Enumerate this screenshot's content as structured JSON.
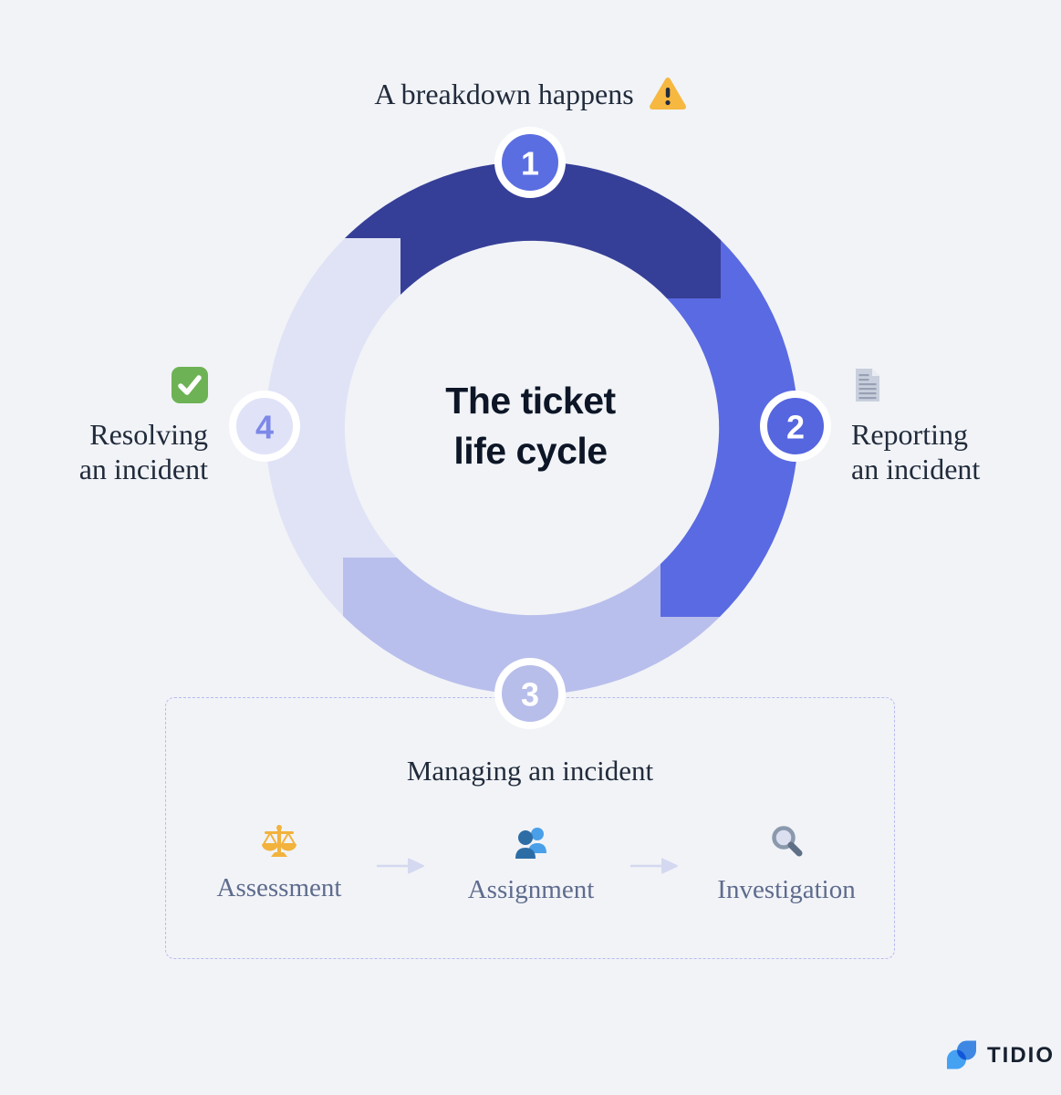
{
  "cycle": {
    "title_line1": "The ticket",
    "title_line2": "life cycle",
    "badges": {
      "b1": "1",
      "b2": "2",
      "b3": "3",
      "b4": "4"
    }
  },
  "steps": {
    "s1": {
      "label": "A breakdown happens",
      "icon": "warning-icon"
    },
    "s2": {
      "line1": "Reporting",
      "line2": "an incident",
      "icon": "document-icon"
    },
    "s3": {
      "title": "Managing an incident",
      "items": [
        {
          "label": "Assessment",
          "icon": "scales-icon"
        },
        {
          "label": "Assignment",
          "icon": "people-icon"
        },
        {
          "label": "Investigation",
          "icon": "magnifier-icon"
        }
      ]
    },
    "s4": {
      "line1": "Resolving",
      "line2": "an incident",
      "icon": "check-icon"
    }
  },
  "brand": {
    "name": "TIDIO"
  },
  "colors": {
    "background": "#f1f3f7",
    "ring_segment_1": "#363f97",
    "ring_segment_2": "#5a6ae2",
    "ring_segment_3": "#b9bfec",
    "ring_segment_4": "#e0e3f6",
    "badge_1": "#5a6ee2",
    "badge_2": "#5566df",
    "badge_3": "#b8beea",
    "badge_4": "#e0e3f8",
    "badge_ring": "#ffffff",
    "badge_number_light": "#ffffff",
    "badge_number_4": "#7d88e9",
    "title_text": "#0d1626",
    "label_text": "#212b3b",
    "item_text": "#5e6b8d",
    "box_border": "#b8bcee",
    "warning_amber": "#f6b840",
    "warning_mark": "#232c3d",
    "check_green": "#6db254",
    "check_mark": "#ffffff",
    "doc_page": "#c9cfdc",
    "doc_fold": "#e9ecf2",
    "doc_lines": "#97a0b4",
    "scales_amber": "#f2b23c",
    "person_front": "#2d6da6",
    "person_back": "#4aa0e8",
    "magnifier_ring": "#8b99ad",
    "magnifier_handle": "#5f7086",
    "magnifier_lens": "#dcdff0",
    "arrow": "#d4d8f0",
    "logo_light": "#45a1f2",
    "logo_dark": "#2a7ce0",
    "brand_text": "#17202f"
  }
}
